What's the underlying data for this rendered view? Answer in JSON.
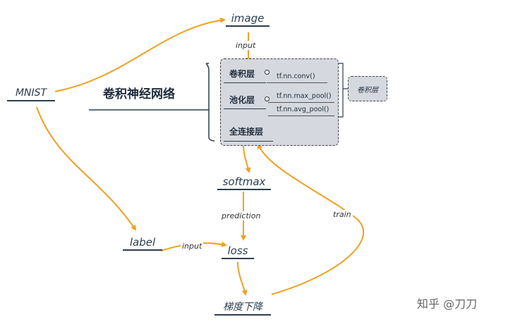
{
  "title": "卷积神经网络",
  "nodes": {
    "mnist": "MNIST",
    "image": "image",
    "softmax": "softmax",
    "label": "label",
    "loss": "loss",
    "gradient_descent": "梯度下降"
  },
  "edge_labels": {
    "image_input": "input",
    "prediction": "prediction",
    "label_input": "input",
    "train": "train"
  },
  "layers": {
    "conv": {
      "label": "卷积层",
      "code": "tf.nn.conv()"
    },
    "pool": {
      "label": "池化层",
      "code_max": "tf.nn.max_pool()",
      "code_avg": "tf.nn.avg_pool()"
    },
    "fc": {
      "label": "全连接层"
    }
  },
  "side_box": "卷积层",
  "watermark": "知乎 @刀刀",
  "colors": {
    "arrow": "#f0a020",
    "text": "#1f2d3d",
    "group_fill": "#d5d8de"
  }
}
